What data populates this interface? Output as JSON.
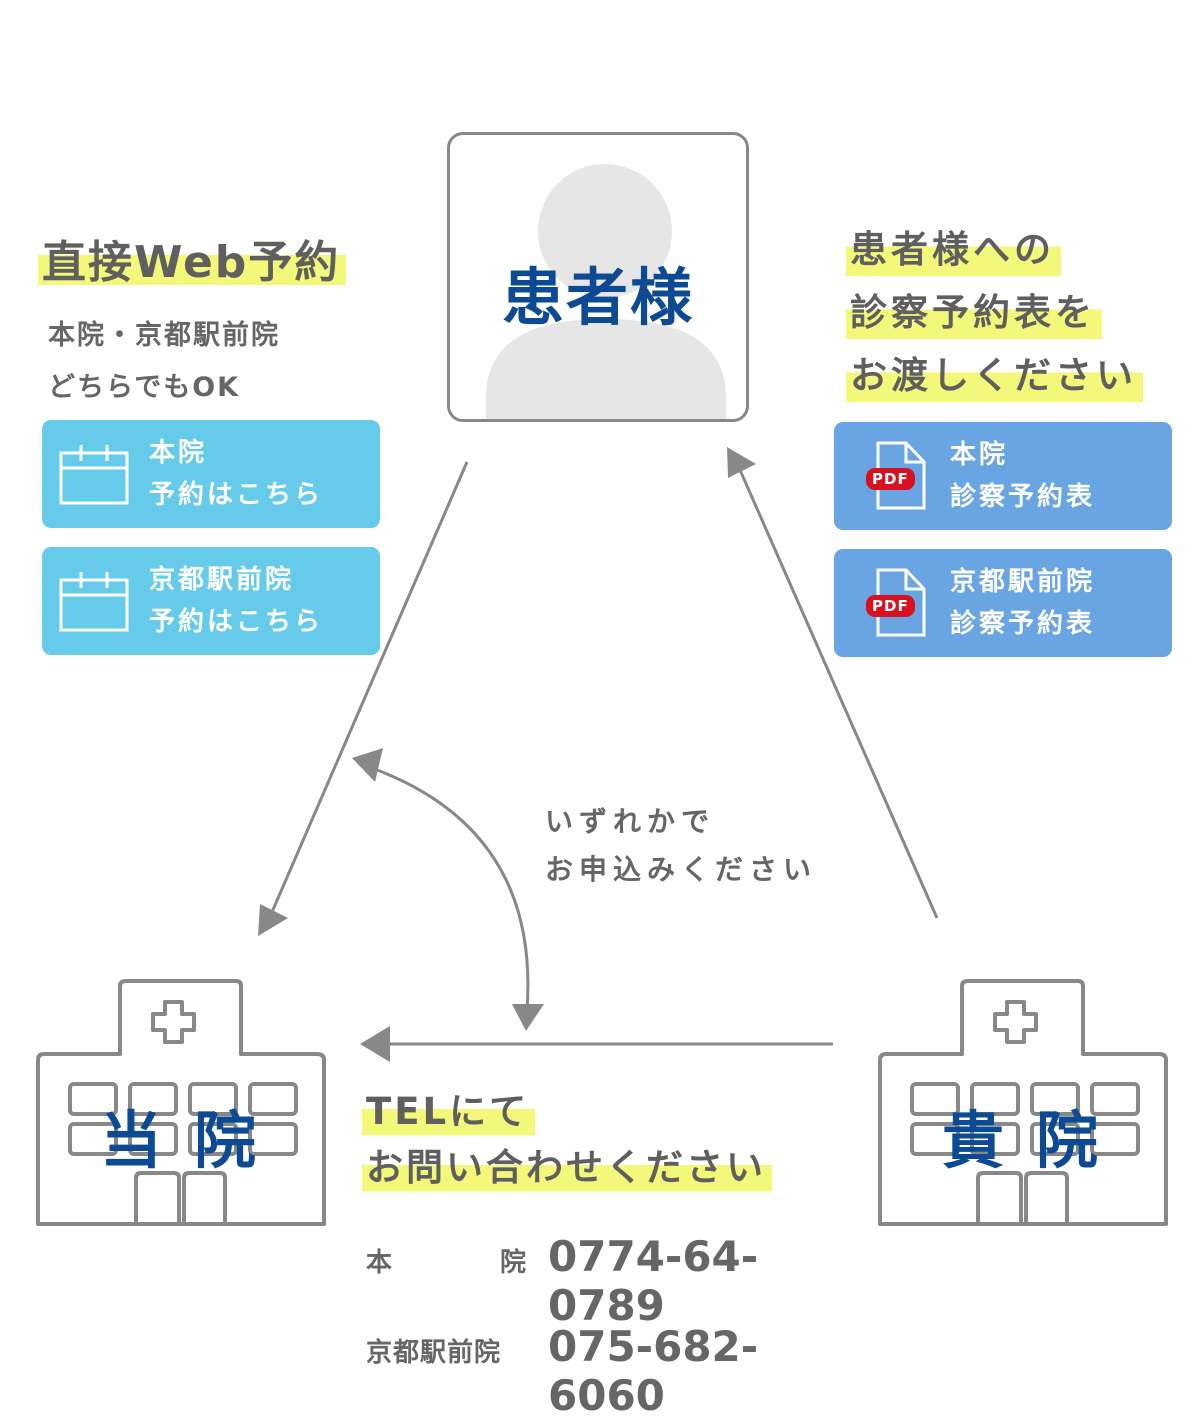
{
  "web_reservation": {
    "heading": "直接Web予約",
    "sub_line1": "本院・京都駅前院",
    "sub_line2": "どちらでもOK",
    "buttons": [
      {
        "line1": "本院",
        "line2": "予約はこちら",
        "icon": "calendar-icon"
      },
      {
        "line1": "京都駅前院",
        "line2": "予約はこちら",
        "icon": "calendar-icon"
      }
    ]
  },
  "patient": {
    "label": "患者様",
    "icon": "person-silhouette-icon"
  },
  "schedule_pdf": {
    "heading_line1": "患者様への",
    "heading_line2": "診察予約表を",
    "heading_line3": "お渡しください",
    "buttons": [
      {
        "line1": "本院",
        "line2": "診察予約表",
        "icon": "pdf-file-icon",
        "badge": "PDF"
      },
      {
        "line1": "京都駅前院",
        "line2": "診察予約表",
        "icon": "pdf-file-icon",
        "badge": "PDF"
      }
    ]
  },
  "either_note": {
    "line1": "いずれかで",
    "line2": "お申込みください"
  },
  "our_clinic": {
    "label1": "当",
    "label2": "院",
    "icon": "hospital-icon"
  },
  "your_clinic": {
    "label1": "貴",
    "label2": "院",
    "icon": "hospital-icon"
  },
  "tel": {
    "heading_line1": "TELにて",
    "heading_line2": "お問い合わせください",
    "rows": [
      {
        "label_a": "本",
        "label_b": "院",
        "number": "0774-64-0789"
      },
      {
        "label": "京都駅前院",
        "number": "075-682-6060"
      }
    ]
  },
  "colors": {
    "highlight": "#f3f77a",
    "calendar_button": "#66cbea",
    "pdf_button": "#6aa5e3",
    "pdf_badge": "#d7111f",
    "label_blue": "#0d4a94",
    "arrow_gray": "#888888"
  }
}
